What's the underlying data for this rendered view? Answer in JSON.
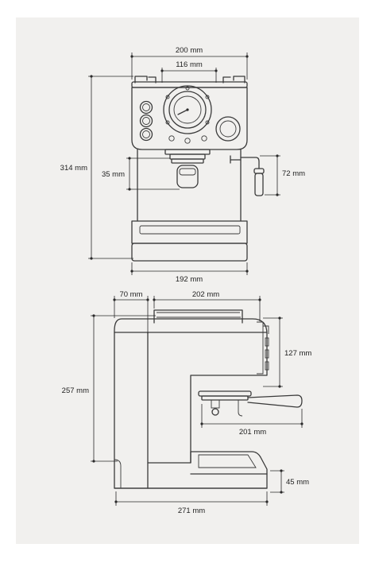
{
  "front_view": {
    "width_top": "200 mm",
    "gauge_width": "116 mm",
    "height_total": "314 mm",
    "group_head": "35 mm",
    "steam_wand": "72 mm",
    "base_width": "192 mm"
  },
  "side_view": {
    "tank_depth": "70 mm",
    "body_depth": "202 mm",
    "panel_height": "127 mm",
    "height_total": "257 mm",
    "portafilter_length": "201 mm",
    "tray_height": "45 mm",
    "depth_total": "271 mm"
  }
}
